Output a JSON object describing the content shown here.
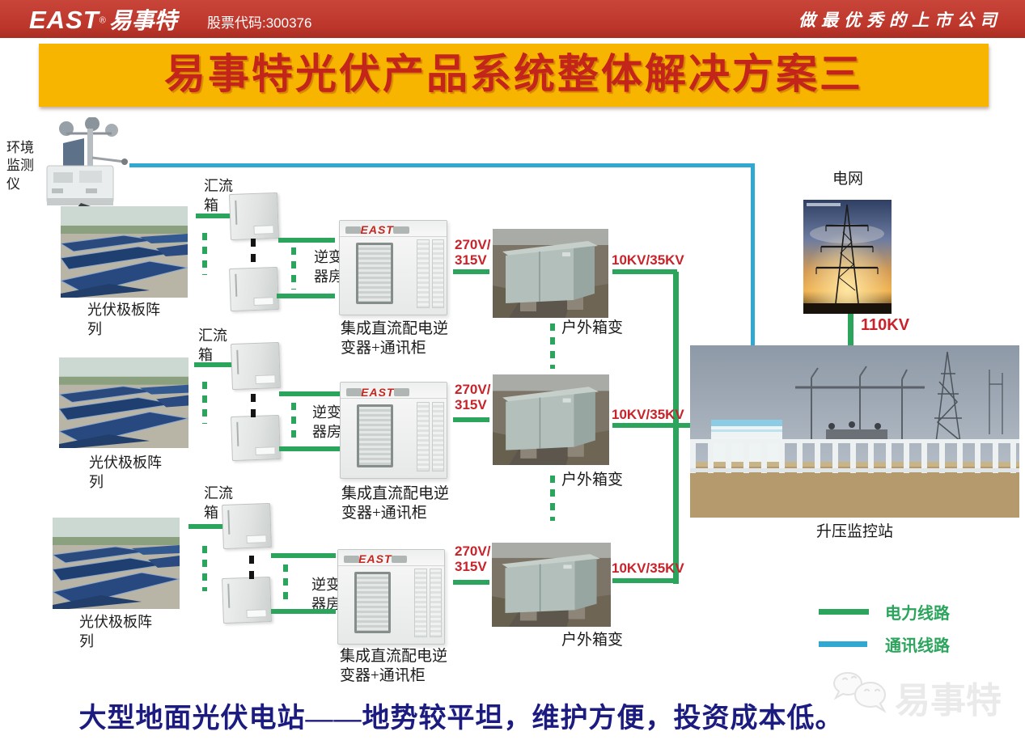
{
  "header": {
    "logo_east": "EAST",
    "logo_reg": "®",
    "logo_cn": "易事特",
    "stock_code": "股票代码:300376",
    "slogan": "做最优秀的上市公司"
  },
  "title": "易事特光伏产品系统整体解决方案三",
  "diagram": {
    "env_monitor_label": "环境监测仪",
    "pv_array_label": "光伏极板阵列",
    "combiner_label": "汇流箱",
    "inverter_room_label": "逆变器房",
    "container_label": "集成直流配电逆变器+通讯柜",
    "container_logo": "EAST",
    "voltage_lv": "270V/\n315V",
    "voltage_mv": "10KV/35KV",
    "transformer_label": "户外箱变",
    "grid_label": "电网",
    "grid_voltage": "110KV",
    "substation_label": "升压监控站"
  },
  "legend": {
    "power_line": "电力线路",
    "comm_line": "通讯线路"
  },
  "footer": {
    "caption": "大型地面光伏电站——地势较平坦，维护方便，投资成本低。",
    "watermark": "易事特"
  },
  "colors": {
    "header_red": "#C0392E",
    "banner_yellow": "#F8B500",
    "title_red": "#C3251A",
    "power_green": "#2BA45C",
    "comm_cyan": "#31A8D2",
    "voltage_red": "#C8232B",
    "caption_navy": "#1B1B80"
  }
}
